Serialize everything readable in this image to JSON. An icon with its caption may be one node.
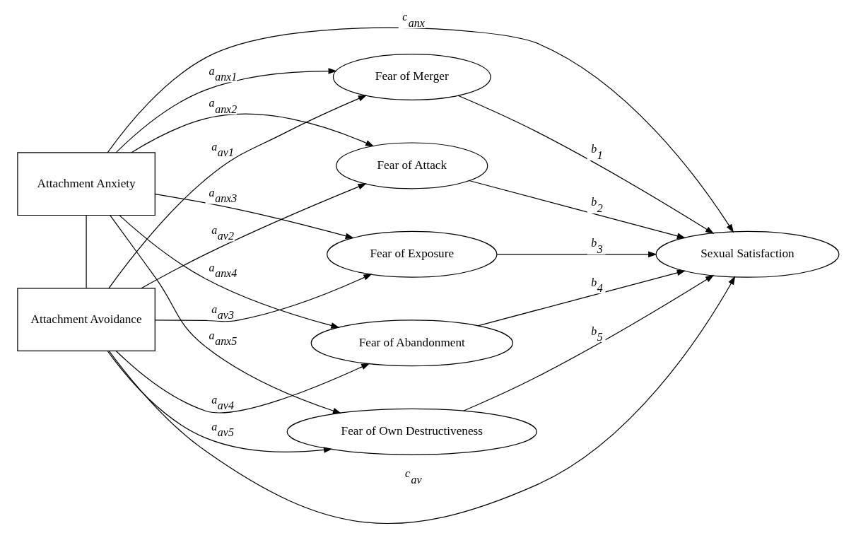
{
  "diagram": {
    "nodes": [
      {
        "text": [
          "Attachment Anxiety"
        ]
      },
      {
        "text": [
          "Attachment Avoidance"
        ]
      },
      {
        "text": [
          "Fear of Merger"
        ]
      },
      {
        "text": [
          "Fear of Attack"
        ]
      },
      {
        "text": [
          "Fear of Exposure"
        ]
      },
      {
        "text": [
          "Fear of Abandonment"
        ]
      },
      {
        "text": [
          "Fear of Own Destructiveness"
        ]
      },
      {
        "text": [
          "Sexual Satisfaction"
        ]
      }
    ],
    "edges": [
      {
        "from": 0,
        "to": 1,
        "arrow": "none"
      },
      {
        "from": 0,
        "to": 2,
        "arrow": "to",
        "label": "a$_{anx1}$"
      },
      {
        "from": 1,
        "to": 2,
        "arrow": "to",
        "label": "a$_{av1}$"
      },
      {
        "from": 0,
        "to": 3,
        "arrow": "to",
        "label": "a$_{anx2}$"
      },
      {
        "from": 1,
        "to": 3,
        "arrow": "to",
        "label": "a$_{av2}$"
      },
      {
        "from": 0,
        "to": 4,
        "arrow": "to",
        "label": "a$_{anx3}$"
      },
      {
        "from": 1,
        "to": 4,
        "arrow": "to",
        "label": "a$_{av3}$"
      },
      {
        "from": 0,
        "to": 5,
        "arrow": "to",
        "label": "a$_{anx4}$"
      },
      {
        "from": 1,
        "to": 5,
        "arrow": "to",
        "label": "a$_{av4}$"
      },
      {
        "from": 0,
        "to": 6,
        "arrow": "to",
        "label": "a$_{anx5}$"
      },
      {
        "from": 1,
        "to": 6,
        "arrow": "to",
        "label": "a$_{av5}$"
      },
      {
        "from": 2,
        "to": 7,
        "arrow": "to",
        "label": "b$_{1}$"
      },
      {
        "from": 3,
        "to": 7,
        "arrow": "to",
        "label": "b$_{2}$"
      },
      {
        "from": 4,
        "to": 7,
        "arrow": "to",
        "label": "b$_{3}$"
      },
      {
        "from": 5,
        "to": 7,
        "arrow": "to",
        "label": "b$_{4}$"
      },
      {
        "from": 6,
        "to": 7,
        "arrow": "to",
        "label": "b$_{5}$"
      },
      {
        "from": 0,
        "to": 7,
        "arrow": "to",
        "label": "c$_{anx}$"
      },
      {
        "from": 1,
        "to": 7,
        "arrow": "to",
        "label": "c$_{av}$"
      }
    ]
  }
}
